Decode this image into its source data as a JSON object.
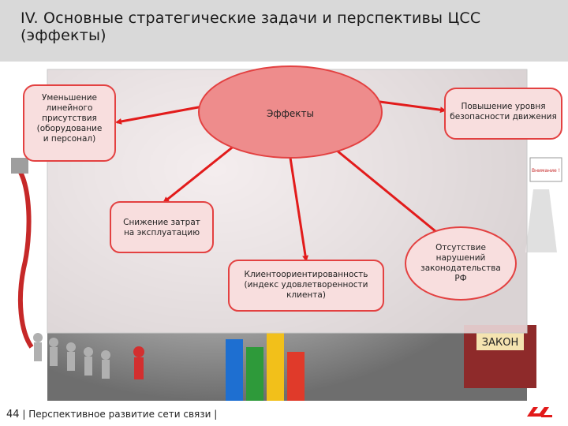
{
  "title": "IV. Основные стратегические задачи и перспективы ЦСС (эффекты)",
  "footer": {
    "page_number": "44",
    "caption": "| Перспективное развитие сети связи |"
  },
  "decor": {
    "sign_text": "Внимание !",
    "law_book_text": "ЗАКОН"
  },
  "diagram": {
    "center": "Эффекты",
    "nodes": {
      "reduce_presence": [
        "Уменьшение",
        "линейного",
        "присутствия",
        "(оборудование",
        "и персонал)"
      ],
      "safety": [
        "Повышение уровня",
        "безопасности движения"
      ],
      "cost": [
        "Снижение затрат",
        "на эксплуатацию"
      ],
      "client": [
        "Клиентоориентированность",
        "(индекс удовлетворенности",
        "клиента)"
      ],
      "law": [
        "Отсутствие",
        "нарушений",
        "законодательства",
        "РФ"
      ]
    }
  },
  "colors": {
    "title_band": "#d9d9d9",
    "node_fill": "#f8dede",
    "node_border": "#e34141",
    "ellipse_fill": "#ee8c8c",
    "arrow": "#e21b1b",
    "panel_overlay": "#f2e9ea",
    "brand_red": "#e21a1a"
  }
}
